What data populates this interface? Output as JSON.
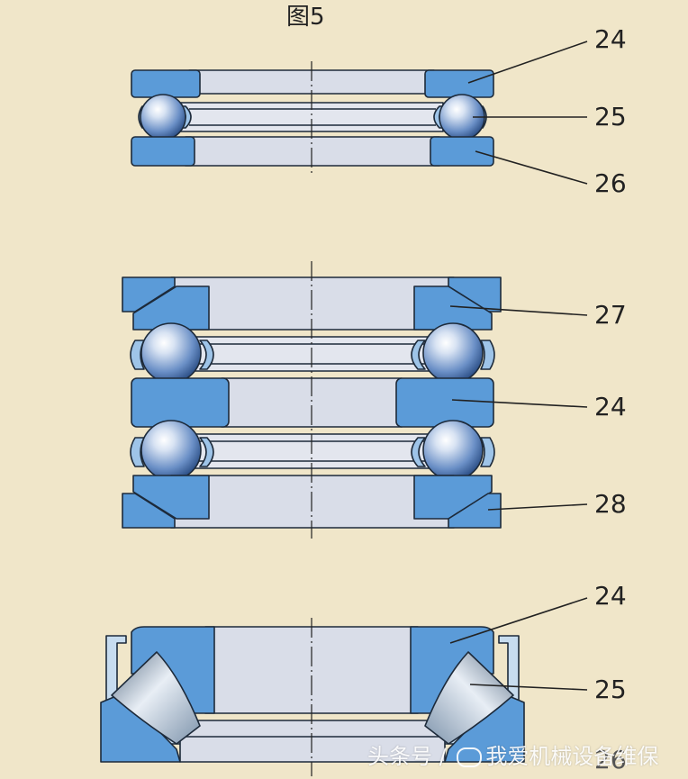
{
  "figure_title": "图5",
  "callouts": {
    "top": [
      "24",
      "25",
      "26"
    ],
    "middle": [
      "27",
      "24",
      "28"
    ],
    "bottom": [
      "24",
      "25",
      "26"
    ]
  },
  "watermark": {
    "prefix": "头条号 / ",
    "suffix": "我爱机械设备维保"
  },
  "colors": {
    "background": "#f0e6c9",
    "ring_blue": "#5b9bd8",
    "ring_light": "#d9dde8",
    "outline": "#1d2a3a",
    "cage": "#9ec4e8"
  }
}
